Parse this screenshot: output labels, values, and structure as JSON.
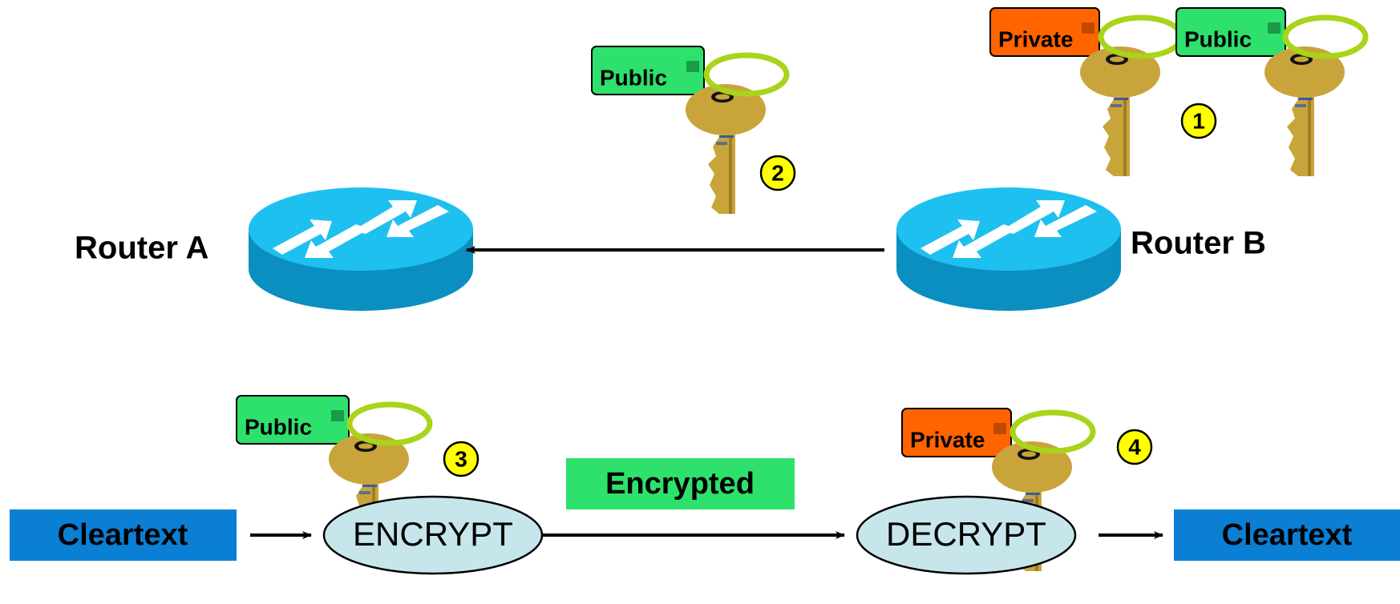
{
  "routers": {
    "a_label": "Router A",
    "b_label": "Router B"
  },
  "tags": {
    "private": "Private",
    "public": "Public"
  },
  "steps": [
    "1",
    "2",
    "3",
    "4"
  ],
  "flow": {
    "cleartext_left": "Cleartext",
    "encrypt": "ENCRYPT",
    "encrypted": "Encrypted",
    "decrypt": "DECRYPT",
    "cleartext_right": "Cleartext"
  },
  "colors": {
    "router_top": "#1ec0f0",
    "router_side": "#0a8fc0",
    "private_tag": "#ff6400",
    "public_tag": "#2ee06c",
    "key_gold": "#c9a43a",
    "ring_green": "#a8d41a",
    "step_badge": "#ffff00",
    "cleartext_box": "#0a7fd4",
    "encrypted_box": "#2ee06c",
    "ellipse_fill": "#c6e6ec"
  },
  "icons": [
    "router-icon",
    "key-icon",
    "key-ring-icon",
    "arrow-icon"
  ]
}
